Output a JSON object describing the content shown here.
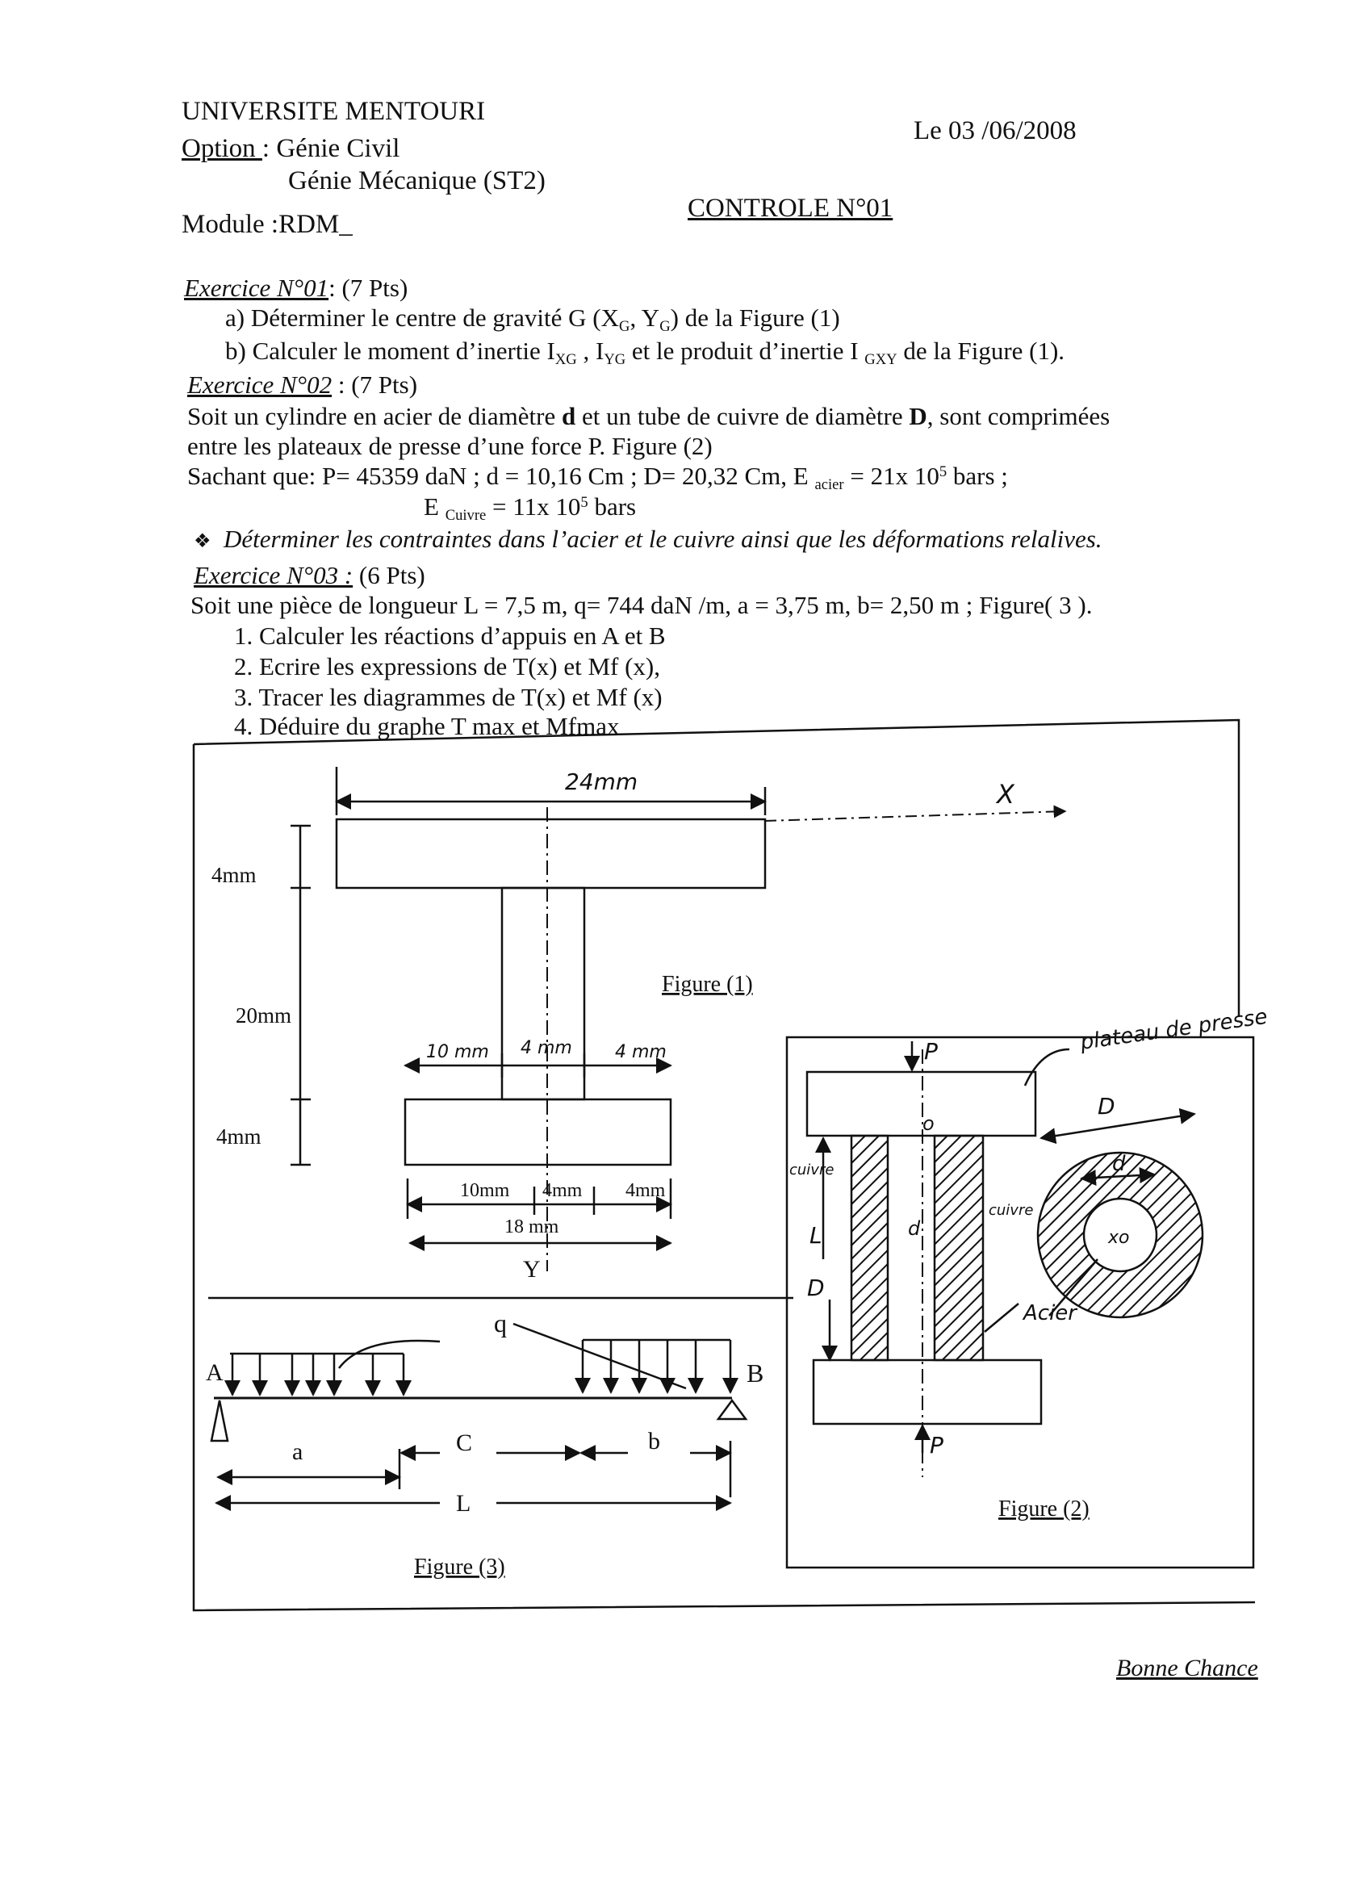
{
  "header": {
    "university": "UNIVERSITE MENTOURI",
    "option_label": "Option ",
    "option_value": ": Génie Civil",
    "option_value2": "Génie Mécanique (ST2)",
    "module": "Module :RDM_",
    "date": "Le 03 /06/2008",
    "title": "CONTROLE N°01"
  },
  "ex1": {
    "title": "Exercice N°01",
    "pts": ": (7 Pts)",
    "a": "a)  Déterminer le centre de gravité G (X",
    "a_sub1": "G",
    "a_mid": ", Y",
    "a_sub2": "G",
    "a_end": ") de la Figure (1)",
    "b": "b)  Calculer le moment d’inertie  I",
    "b_sub1": "XG",
    "b_mid": " , I",
    "b_sub2": "YG",
    "b_mid2": " et le produit d’inertie I ",
    "b_sub3": "GXY",
    "b_end": " de la Figure (1)."
  },
  "ex2": {
    "title": "Exercice N°02",
    "pts": " : (7 Pts)",
    "line1a": "Soit un cylindre en acier de diamètre ",
    "line1b": "d",
    "line1c": "  et un tube de cuivre de diamètre ",
    "line1d": "D",
    "line1e": ", sont comprimées",
    "line2": "entre les plateaux de presse d’une force P. Figure (2)",
    "line3a": "Sachant que: P= 45359 daN ; d = 10,16 Cm ; D= 20,32 Cm, E ",
    "line3_sub": "acier",
    "line3b": " = 21x 10",
    "line3_sup": "5",
    "line3c": " bars ;",
    "line4a": "E ",
    "line4_sub": "Cuivre",
    "line4b": " = 11x 10",
    "line4_sup": "5",
    "line4c": " bars",
    "bullet": "❖",
    "task": "Déterminer les contraintes dans l’acier et le cuivre ainsi que les déformations relalives."
  },
  "ex3": {
    "title": "Exercice N°03 :",
    "pts": " (6 Pts)",
    "intro": "Soit une pièce de longueur L = 7,5 m, q= 744 daN /m, a = 3,75 m, b= 2,50 m ; Figure( 3 ).",
    "items": [
      "1.   Calculer les réactions d’appuis en  A et B",
      "2.   Ecrire les expressions de T(x) et Mf (x),",
      "3.   Tracer les diagrammes de T(x) et Mf (x)",
      "4.   Déduire du graphe T max et Mfmax"
    ]
  },
  "fig1": {
    "caption": "Figure (1)",
    "dim_top": "24mm",
    "axis_x": "X",
    "axis_y": "Y",
    "dim_v1": "4mm",
    "dim_v2": "20mm",
    "dim_v3": "4mm",
    "dim_h1": "10 mm",
    "dim_h2": "4 mm",
    "dim_h3": "4 mm",
    "dim_b1": "10mm",
    "dim_b2": "4mm",
    "dim_b3": "4mm",
    "dim_b_total": "18 mm"
  },
  "fig2": {
    "caption": "Figure (2)",
    "force_top": "P",
    "force_bottom": "P",
    "origin": "o",
    "plate_label": "plateau de presse",
    "copper_label1": "cuivre",
    "copper_label2": "cuivre",
    "steel_label": "Acier",
    "dia_D": "D",
    "dia_d": "d",
    "dia_d2": "d",
    "len_L": "L",
    "len_D": "D",
    "center": "xo"
  },
  "fig3": {
    "caption": "Figure (3)",
    "support_a": "A",
    "support_b": "B",
    "load": "q",
    "dim_a": "a",
    "dim_c": "C",
    "dim_b": "b",
    "dim_l": "L"
  },
  "footer": {
    "closing": "Bonne Chance"
  }
}
